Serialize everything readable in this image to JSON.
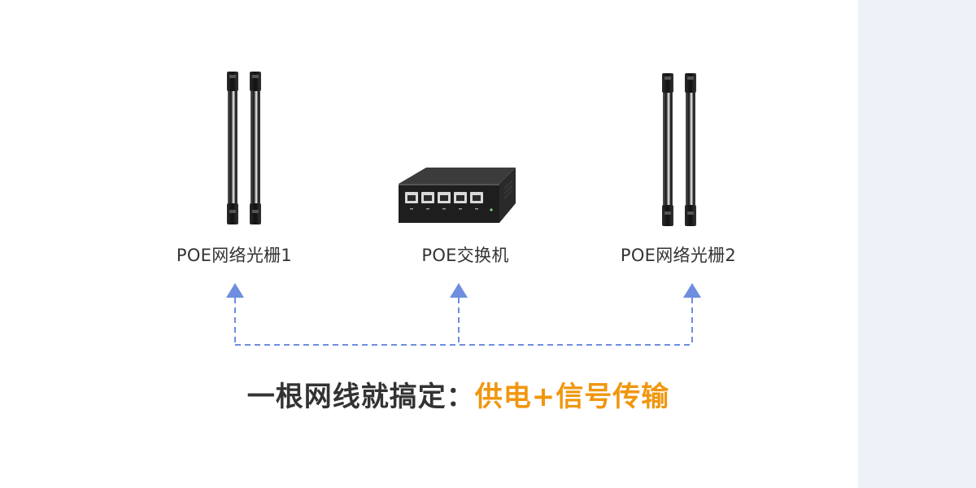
{
  "devices": [
    {
      "id": "grating-1",
      "label": "POE网络光栅1"
    },
    {
      "id": "poe-switch",
      "label": "POE交换机"
    },
    {
      "id": "grating-2",
      "label": "POE网络光栅2"
    }
  ],
  "headline": {
    "prefix": "一根网线就搞定：",
    "highlight": "供电+信号传输"
  },
  "colors": {
    "connector": "#6f8ee0",
    "highlight": "#f0960e",
    "text": "#333333",
    "side_panel": "#edf2f9"
  }
}
